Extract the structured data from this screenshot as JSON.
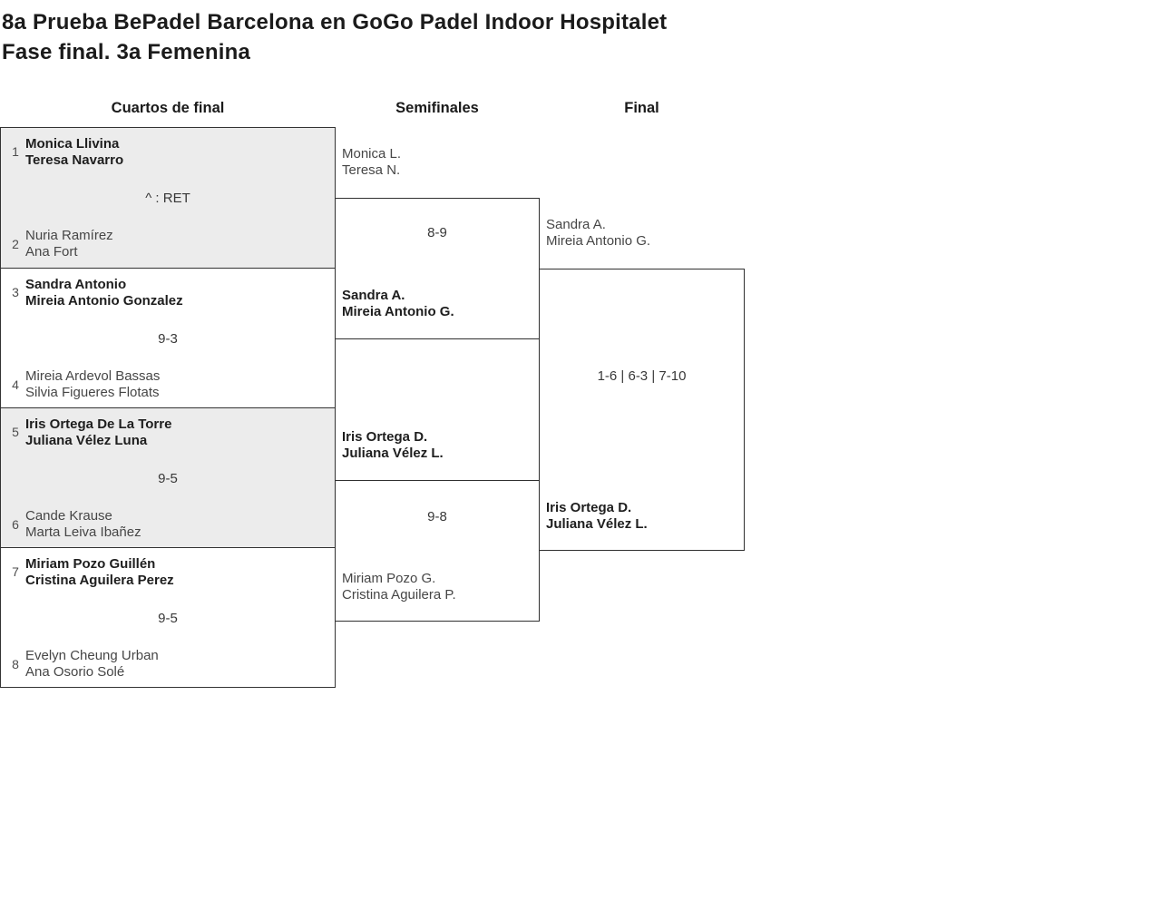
{
  "page": {
    "title_line1": "8a Prueba BePadel Barcelona en GoGo Padel Indoor Hospitalet",
    "title_line2": "Fase final. 3a Femenina"
  },
  "colors": {
    "row_alt_background": "#ececec",
    "border": "#333333",
    "winner_text": "#1e1e1e",
    "loser_text": "#464646"
  },
  "rounds": {
    "quarterfinals_label": "Cuartos de final",
    "semifinals_label": "Semifinales",
    "final_label": "Final"
  },
  "quarterfinals": [
    {
      "seed_top": "1",
      "team_top_line1": "Monica Llivina",
      "team_top_line2": "Teresa Navarro",
      "score": "^ : RET",
      "seed_bottom": "2",
      "team_bottom_line1": "Nuria Ramírez",
      "team_bottom_line2": "Ana Fort"
    },
    {
      "seed_top": "3",
      "team_top_line1": "Sandra Antonio",
      "team_top_line2": "Mireia Antonio Gonzalez",
      "score": "9-3",
      "seed_bottom": "4",
      "team_bottom_line1": "Mireia Ardevol Bassas",
      "team_bottom_line2": "Silvia Figueres Flotats"
    },
    {
      "seed_top": "5",
      "team_top_line1": "Iris Ortega De La Torre",
      "team_top_line2": "Juliana Vélez Luna",
      "score": "9-5",
      "seed_bottom": "6",
      "team_bottom_line1": "Cande Krause",
      "team_bottom_line2": "Marta Leiva Ibañez"
    },
    {
      "seed_top": "7",
      "team_top_line1": "Miriam Pozo Guillén",
      "team_top_line2": "Cristina Aguilera Perez",
      "score": "9-5",
      "seed_bottom": "8",
      "team_bottom_line1": "Evelyn Cheung Urban",
      "team_bottom_line2": "Ana Osorio Solé"
    }
  ],
  "semifinals": [
    {
      "team_top_line1": "Monica L.",
      "team_top_line2": "Teresa N.",
      "score": "8-9",
      "team_bottom_line1": "Sandra A.",
      "team_bottom_line2": "Mireia Antonio G."
    },
    {
      "team_top_line1": "Iris Ortega D.",
      "team_top_line2": "Juliana Vélez L.",
      "score": "9-8",
      "team_bottom_line1": "Miriam Pozo G.",
      "team_bottom_line2": "Cristina Aguilera P."
    }
  ],
  "final": {
    "team_top_line1": "Sandra A.",
    "team_top_line2": "Mireia Antonio G.",
    "score": "1-6 | 6-3 | 7-10",
    "winner_line1": "Iris Ortega D.",
    "winner_line2": "Juliana Vélez L."
  }
}
